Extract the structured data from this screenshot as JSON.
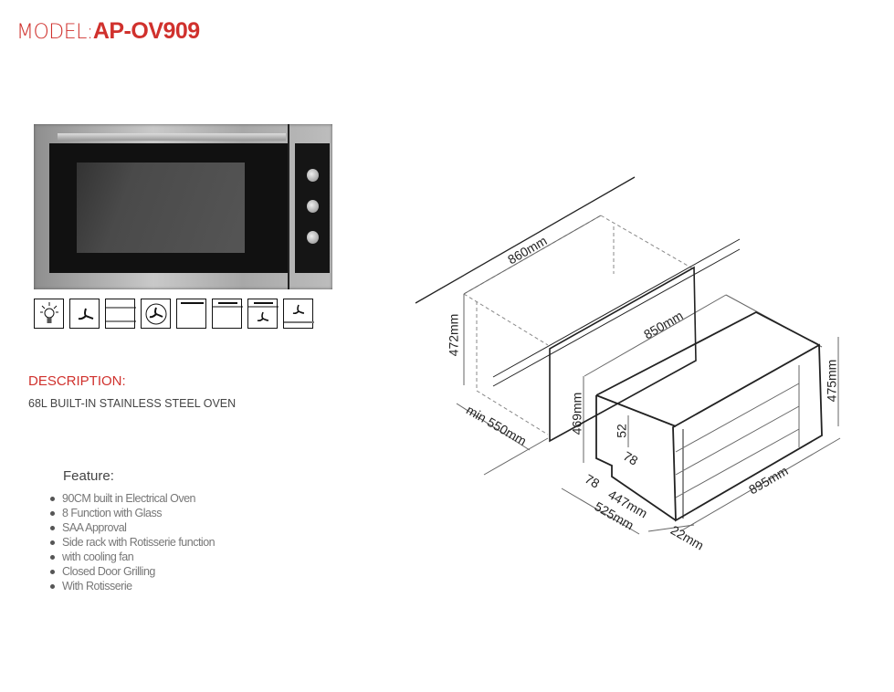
{
  "header": {
    "model_label": "MODEL:",
    "model_value": "AP-OV909"
  },
  "function_icons": [
    "light-bulb-icon",
    "fan-icon",
    "top-bottom-heat-icon",
    "fan-circle-icon",
    "top-heat-icon",
    "top-grill-icon",
    "grill-fan-icon",
    "bottom-fan-icon"
  ],
  "description": {
    "heading": "DESCRIPTION:",
    "text": "68L BUILT-IN STAINLESS STEEL OVEN"
  },
  "features": {
    "heading": "Feature:",
    "items": [
      "90CM built in Electrical Oven",
      "8 Function with Glass",
      "SAA Approval",
      "Side rack with Rotisserie function",
      "with cooling fan",
      "Closed Door Grilling",
      "With Rotisserie"
    ]
  },
  "dimensions": {
    "cutout_width": "860mm",
    "cutout_height": "472mm",
    "panel_width": "850mm",
    "min_depth": "min 550mm",
    "oven_height_inner": "469mm",
    "d52": "52",
    "d78_inner": "78",
    "d78": "78",
    "d447": "447mm",
    "d525": "525mm",
    "d22": "22mm",
    "oven_width": "895mm",
    "oven_height": "475mm"
  },
  "colors": {
    "accent": "#d0312d"
  }
}
